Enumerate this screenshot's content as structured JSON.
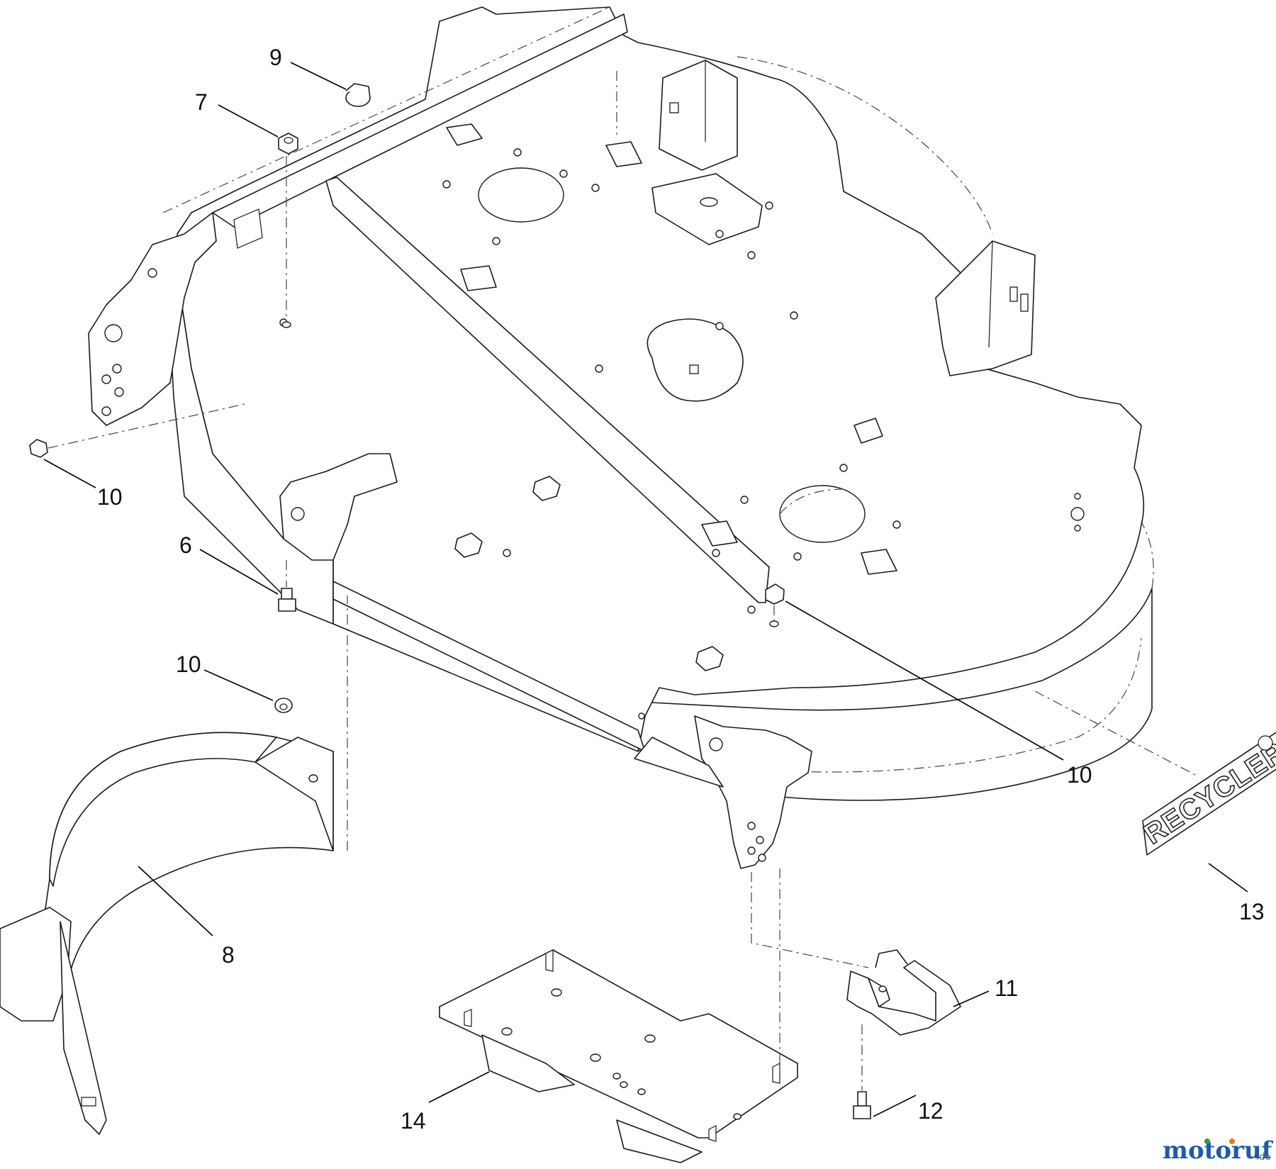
{
  "callouts": [
    {
      "id": "c9",
      "label": "9"
    },
    {
      "id": "c7",
      "label": "7"
    },
    {
      "id": "c10a",
      "label": "10"
    },
    {
      "id": "c6",
      "label": "6"
    },
    {
      "id": "c10b",
      "label": "10"
    },
    {
      "id": "c10c",
      "label": "10"
    },
    {
      "id": "c8",
      "label": "8"
    },
    {
      "id": "c13",
      "label": "13"
    },
    {
      "id": "c11",
      "label": "11"
    },
    {
      "id": "c12",
      "label": "12"
    },
    {
      "id": "c14",
      "label": "14"
    }
  ],
  "decal": {
    "text": "RECYCLER"
  },
  "watermark": {
    "brand": "motoruf",
    "tld": ".de"
  },
  "colors": {
    "line": "#1a1a1a",
    "wm_blue": "#1e5aa8",
    "wm_green": "#3a9a3a",
    "wm_orange": "#e07b1a"
  }
}
